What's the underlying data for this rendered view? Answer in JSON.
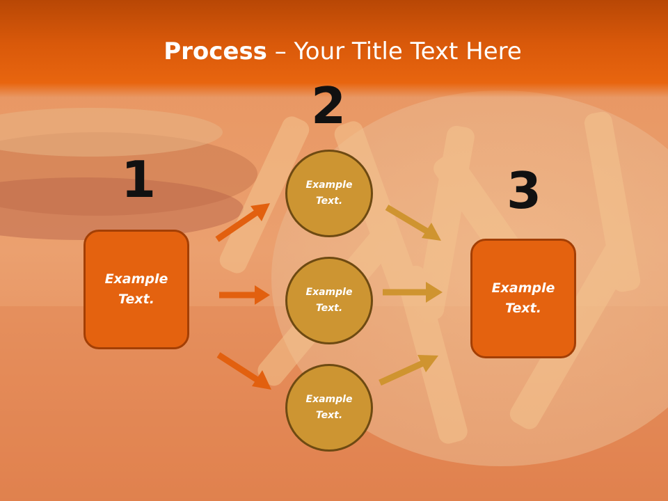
{
  "title": {
    "bold": "Process",
    "rest": " – Your Title Text Here"
  },
  "steps": {
    "one": {
      "number": "1",
      "text": "Example Text."
    },
    "two": {
      "number": "2"
    },
    "three": {
      "number": "3",
      "text": "Example Text."
    }
  },
  "circles": [
    {
      "text": "Example Text."
    },
    {
      "text": "Example Text."
    },
    {
      "text": "Example Text."
    }
  ],
  "colors": {
    "box_fill": "#e4620f",
    "box_border": "#a33f05",
    "circle_fill": "#cd9532",
    "circle_border": "#6e4a12",
    "arrow_left": "#e2600f",
    "arrow_right": "#cf9430",
    "header": "#d9590a"
  }
}
